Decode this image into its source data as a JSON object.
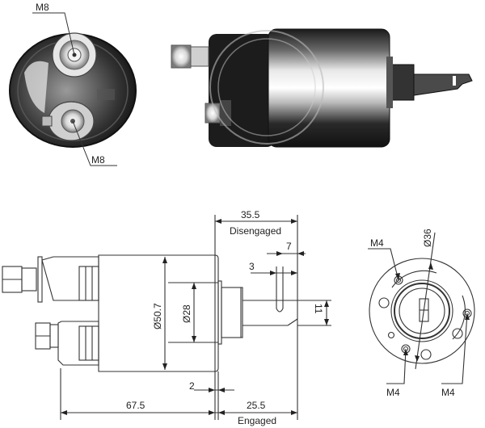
{
  "diagram": {
    "subject": "starter-solenoid",
    "photos": {
      "end_view": {
        "labels": {
          "top_terminal": "M8",
          "bottom_terminal": "M8"
        }
      },
      "side_view": {}
    },
    "side_drawing": {
      "dimensions": {
        "disengaged_length": "35.5",
        "disengaged_label": "Disengaged",
        "slot_width": "7",
        "slot_offset": "3",
        "body_diameter": "Ø50.7",
        "flange_diameter": "Ø28",
        "tab_width": "11",
        "gap": "2",
        "body_length": "67.5",
        "engaged_length": "25.5",
        "engaged_label": "Engaged"
      }
    },
    "end_drawing": {
      "labels": {
        "top_left_thread": "M4",
        "bolt_circle": "Ø36",
        "bottom_thread": "M4",
        "right_thread": "M4"
      }
    }
  }
}
